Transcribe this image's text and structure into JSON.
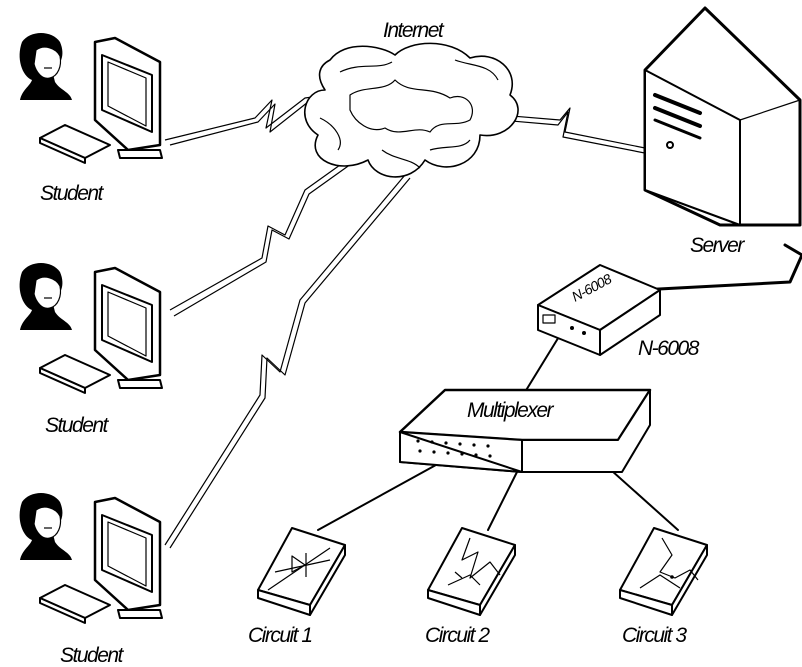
{
  "labels": {
    "internet": "Internet",
    "server": "Server",
    "device_box": "N-6008",
    "device": "N-6008",
    "multiplexer": "Multiplexer",
    "students": [
      "Student",
      "Student",
      "Student"
    ],
    "circuits": [
      "Circuit 1",
      "Circuit 2",
      "Circuit 3"
    ]
  },
  "icons": {
    "student": "student-icon",
    "computer": "computer-icon",
    "cloud": "internet-cloud-icon",
    "server": "server-tower-icon",
    "device": "network-device-icon",
    "multiplexer": "multiplexer-icon",
    "circuit": "circuit-board-icon"
  }
}
